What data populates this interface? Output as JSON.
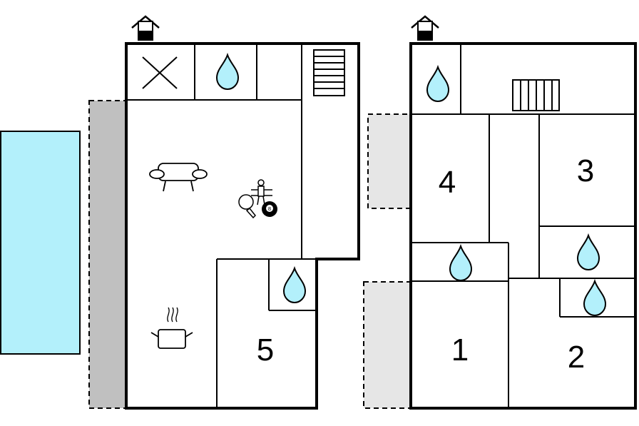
{
  "floors": [
    {
      "id": "ground-floor",
      "rooms": [
        {
          "id": "room-5",
          "number": "5"
        }
      ],
      "icons": [
        "entrance-house-icon",
        "closed-area-x-icon",
        "water-drop-icon",
        "staircase-icon",
        "sofa-icon",
        "table-football-icon",
        "table-tennis-icon",
        "billiard-ball-icon",
        "cooking-pot-icon"
      ]
    },
    {
      "id": "upper-floor",
      "rooms": [
        {
          "id": "room-1",
          "number": "1"
        },
        {
          "id": "room-2",
          "number": "2"
        },
        {
          "id": "room-3",
          "number": "3"
        },
        {
          "id": "room-4",
          "number": "4"
        }
      ],
      "icons": [
        "entrance-house-icon",
        "water-drop-icon",
        "radiator-icon"
      ]
    }
  ],
  "billiard_ball_label": "8",
  "colors": {
    "pool": "#b3f0fb",
    "water_drop": "#b3f0fb",
    "terrace_dark": "#c0c0c0",
    "terrace_light": "#e6e6e6",
    "walls": "#000000"
  }
}
